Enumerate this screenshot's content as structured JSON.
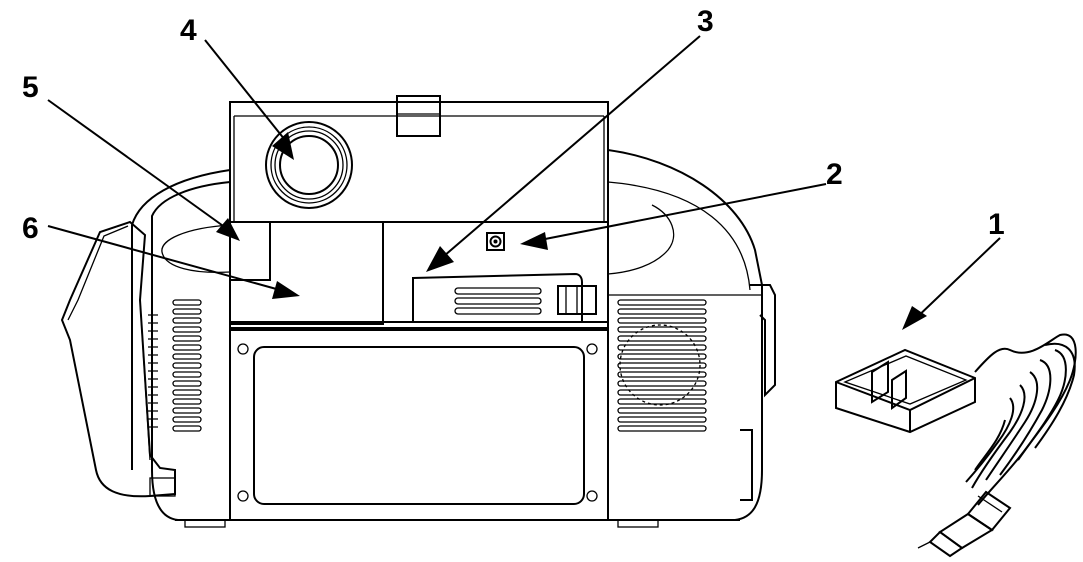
{
  "callouts": [
    {
      "id": "1",
      "label": "1"
    },
    {
      "id": "2",
      "label": "2"
    },
    {
      "id": "3",
      "label": "3"
    },
    {
      "id": "4",
      "label": "4"
    },
    {
      "id": "5",
      "label": "5"
    },
    {
      "id": "6",
      "label": "6"
    }
  ],
  "colors": {
    "line": "#000000",
    "lid_panel": "#d4d4d4",
    "light_panel": "#c0c0c0",
    "dark_panel": "#6e6e6e",
    "speaker": "#9e9e9e",
    "body": "#ffffff"
  },
  "icons": [
    "arrow-icon",
    "speaker-icon",
    "power-adapter-icon",
    "grille-icon"
  ]
}
